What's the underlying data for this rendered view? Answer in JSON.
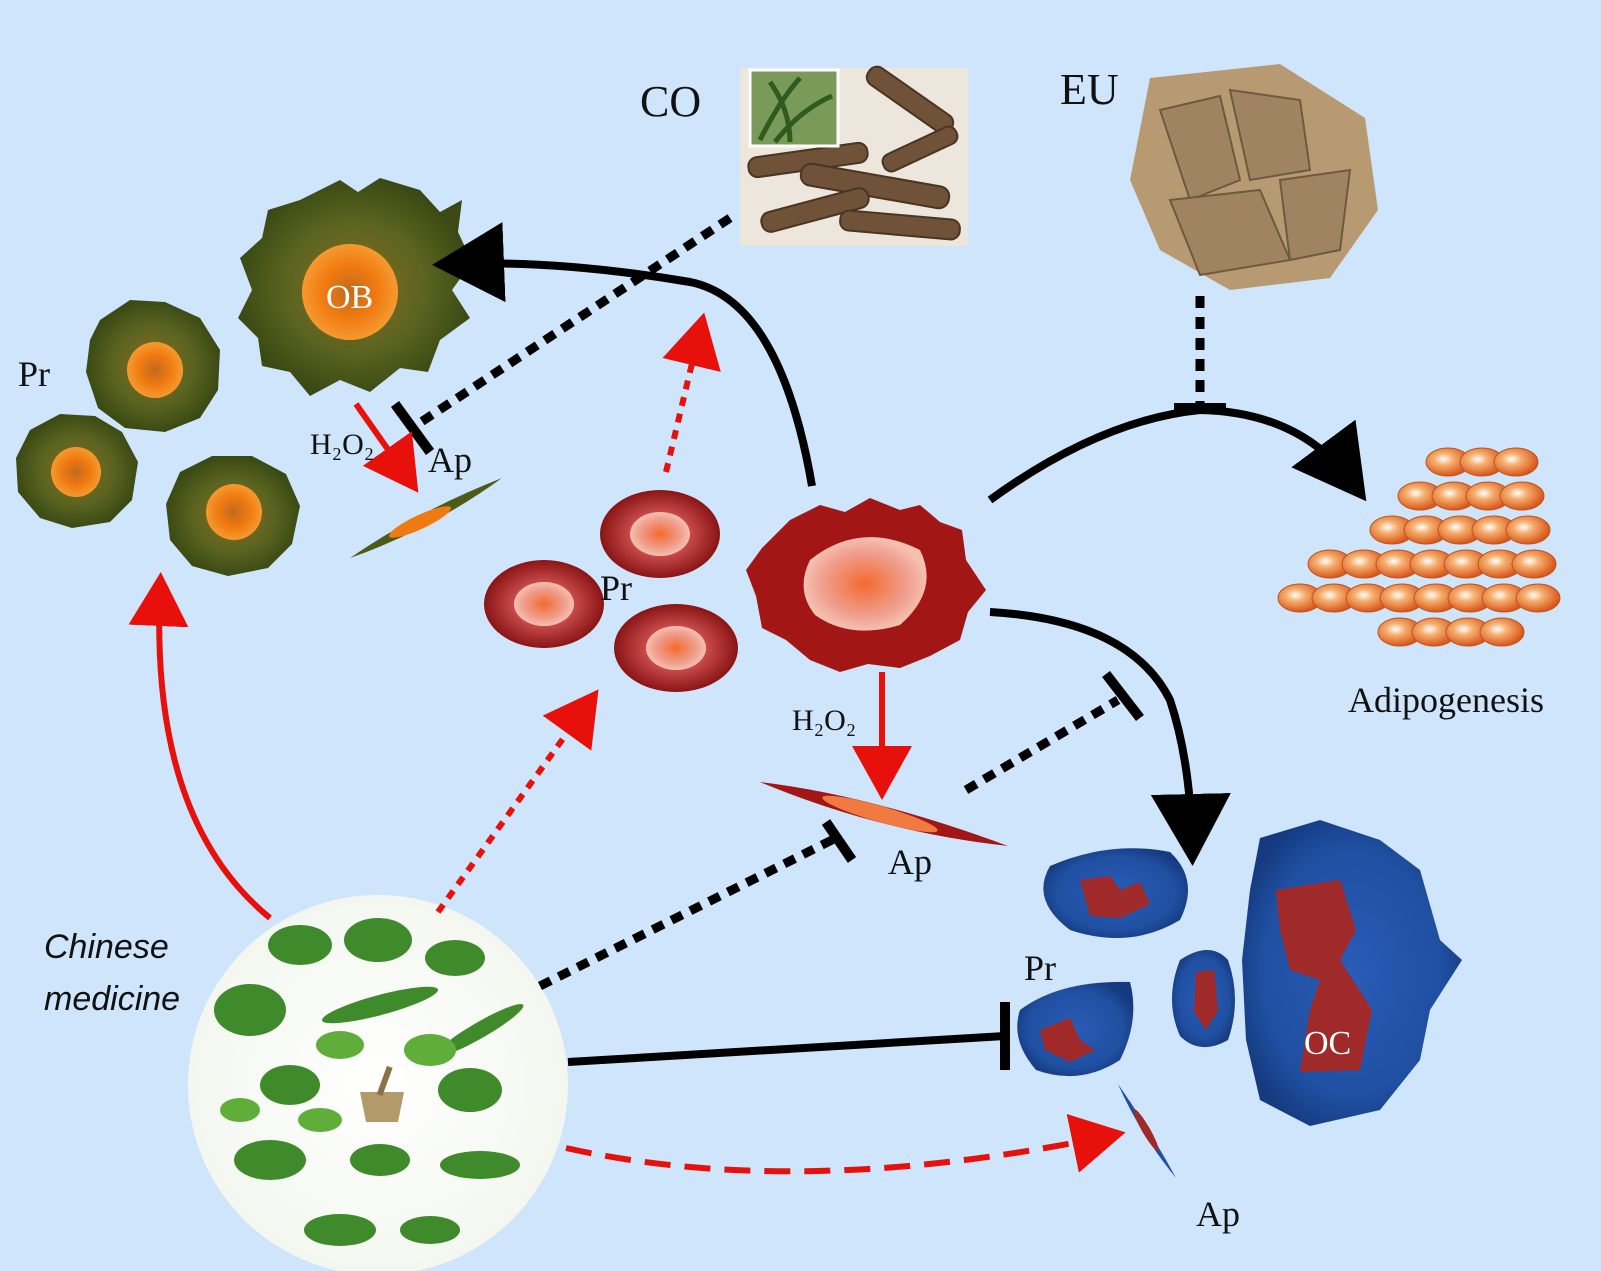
{
  "labels": {
    "co": "CO",
    "eu": "EU",
    "ob": "OB",
    "pr_osteoblast": "Pr",
    "h2o2_osteoblast": "H₂O₂",
    "ap_osteoblast": "Ap",
    "pr_stem": "Pr",
    "h2o2_stem": "H₂O₂",
    "ap_stem": "Ap",
    "adipogenesis": "Adipogenesis",
    "pr_osteoclast": "Pr",
    "oc": "OC",
    "ap_osteoclast": "Ap",
    "chinese_medicine_line1": "Chinese",
    "chinese_medicine_line2": "medicine"
  },
  "colors": {
    "background": "#cfe5fb",
    "activation_arrow": "#e8100a",
    "inhibition": "#000000",
    "osteoblast": "#4f5a18",
    "osteoblast_nucleus": "#f07a10",
    "stem_cell": "#b0201e",
    "osteoclast": "#1f4fa0",
    "osteoclast_nucleus": "#a02a2a",
    "adipocyte": "#e86a20"
  }
}
